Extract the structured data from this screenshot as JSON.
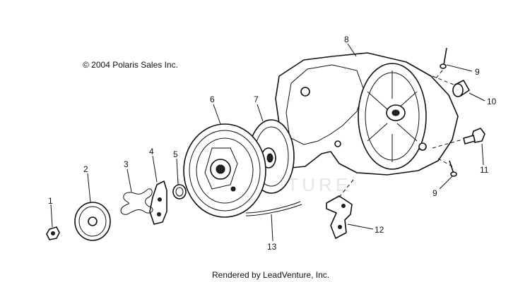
{
  "copyright": "© 2004 Polaris Sales Inc.",
  "footer": "Rendered by LeadVenture, Inc.",
  "watermark": "LEADVENTURE",
  "callouts": {
    "n1": "1",
    "n2": "2",
    "n3": "3",
    "n4": "4",
    "n5": "5",
    "n6": "6",
    "n7": "7",
    "n8": "8",
    "n9a": "9",
    "n9b": "9",
    "n10": "10",
    "n11": "11",
    "n12": "12",
    "n13": "13"
  }
}
